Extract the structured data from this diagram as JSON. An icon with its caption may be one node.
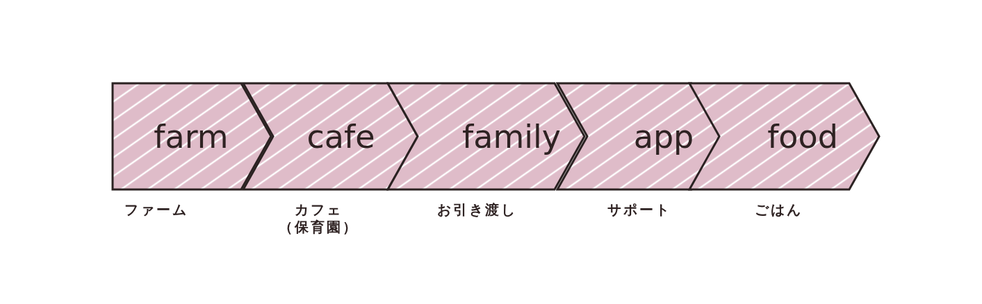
{
  "diagram": {
    "nodes": [
      {
        "text": [
          "farm"
        ],
        "beside": [
          "ファーム"
        ]
      },
      {
        "text": [
          "cafe"
        ],
        "beside": [
          "カフェ（保育園）"
        ]
      },
      {
        "text": [
          "family"
        ],
        "beside": [
          "お引き渡し"
        ]
      },
      {
        "text": [
          "app"
        ],
        "beside": [
          "サポート"
        ]
      },
      {
        "text": [
          "food"
        ],
        "beside": [
          "ごはん"
        ]
      }
    ]
  }
}
